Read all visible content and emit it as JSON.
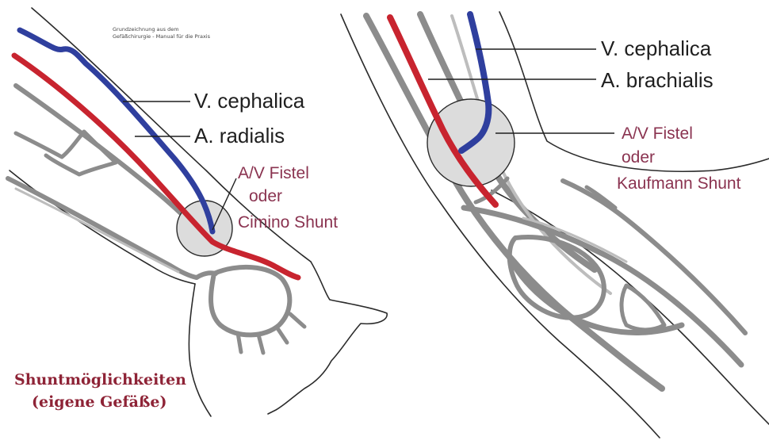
{
  "figure": {
    "credit": {
      "line1": "Grundzeichnung aus dem",
      "line2": "Gefäßchirurgie - Manual für die Praxis"
    },
    "left_panel": {
      "vein_label": "V. cephalica",
      "artery_label": "A. radialis",
      "fistel": {
        "line1": "A/V Fistel",
        "line2": "oder",
        "line3": "Cimino Shunt"
      }
    },
    "right_panel": {
      "vein_label": "V. cephalica",
      "artery_label": "A. brachialis",
      "fistel": {
        "line1": "A/V Fistel",
        "line2": "oder",
        "line3": "Kaufmann Shunt"
      }
    },
    "caption": {
      "line1": "Shuntmöglichkeiten",
      "line2": "(eigene Gefäße)"
    }
  },
  "colors": {
    "vein": "#2f3f9e",
    "artery": "#c8242f",
    "vessel_grey": "#8c8c8c",
    "vessel_grey_light": "#bdbdbd",
    "outline": "#2b2b2b",
    "highlight": "#dcdcdc",
    "fistel_text": "#8a3350",
    "caption_text": "#8e2336"
  }
}
